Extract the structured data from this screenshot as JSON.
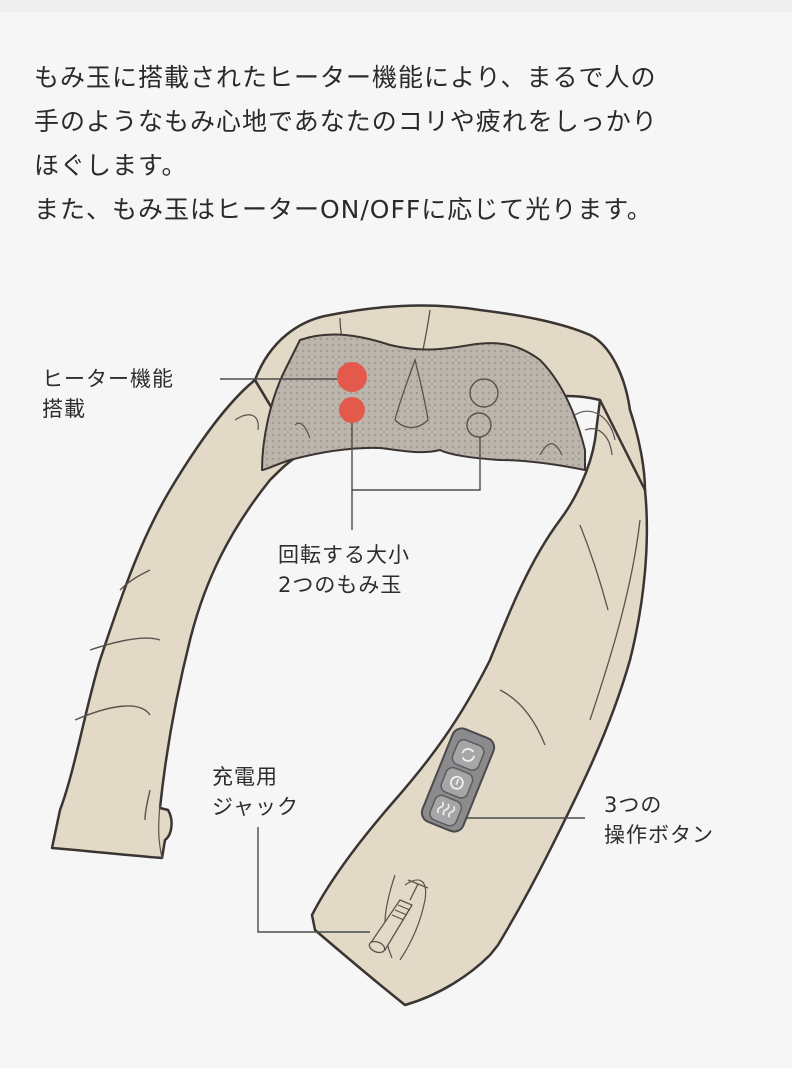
{
  "intro": {
    "lines": [
      "もみ玉に搭載されたヒーター機能により、まるで人の",
      "手のようなもみ心地であなたのコリや疲れをしっかり",
      "ほぐします。",
      "また、もみ玉はヒーターON/OFFに応じて光ります。"
    ]
  },
  "callouts": {
    "heater": {
      "line1": "ヒーター機能",
      "line2": "搭載"
    },
    "massage_balls": {
      "line1": "回転する大小",
      "line2": "2つのもみ玉"
    },
    "charging_jack": {
      "line1": "充電用",
      "line2": "ジャック"
    },
    "buttons": {
      "line1": "3つの",
      "line2": "操作ボタン"
    }
  },
  "colors": {
    "background": "#f6f6f6",
    "body_fill": "#e2d9c6",
    "mesh_fill": "#b9b2a9",
    "heater_ball": "#e35a4c",
    "outline": "#3a3532",
    "button_panel": "#8b8b8d"
  },
  "icons": {
    "button_1": "rotate-icon",
    "button_2": "power-icon",
    "button_3": "heat-icon"
  }
}
